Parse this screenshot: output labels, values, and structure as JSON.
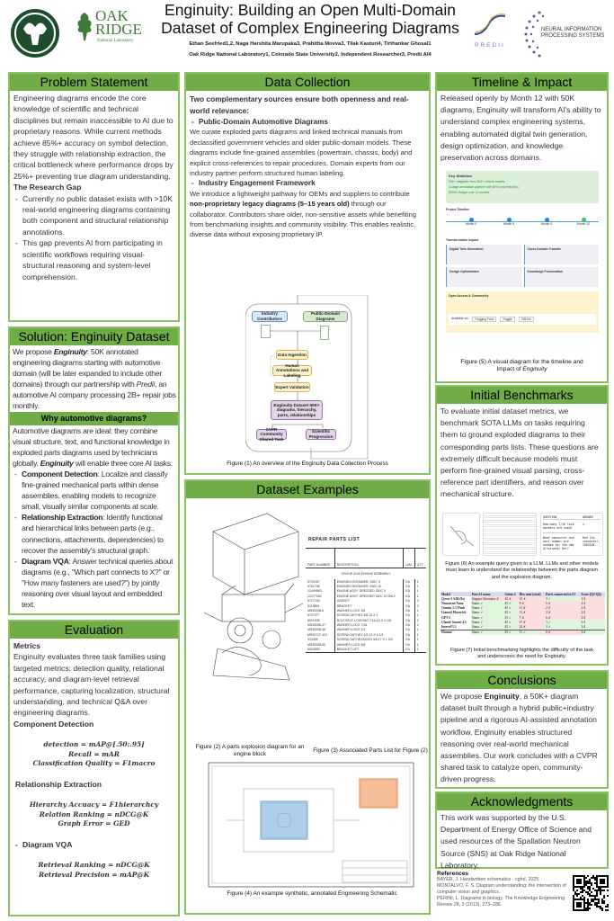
{
  "header": {
    "title_line1": "Enginuity: Building an Open Multi-Domain",
    "title_line2": "Dataset of Complex Engineering Diagrams",
    "authors": "Ethan Seefried1,2, Naga Harshita Marupaka3, Prahitha Movva3, Tilak Kasturi4, Tirthankar Ghosal1",
    "affiliations": "Oak Ridge National Laboratory1, Colorado State University2, Independent Researcher3, Predii AI4",
    "logos": {
      "ornl_1": "OAK",
      "ornl_2": "RIDGE",
      "ornl_3": "National Laboratory",
      "predii": "PREDII",
      "neurips_1": "NEURAL INFORMATION",
      "neurips_2": "PROCESSING SYSTEMS"
    }
  },
  "colors": {
    "accent": "#70ad47",
    "border": "#8cc063"
  },
  "problem": {
    "title": "Problem Statement",
    "text": "Engineering diagrams encode the core knowledge of scientific and technical disciplines but remain inaccessible to AI due to proprietary reasons. While current methods achieve 85%+ accuracy on symbol detection, they struggle with relationship extraction, the critical bottleneck where performance drops by 25%+ preventing true diagram understanding.",
    "gap_title": "The Research Gap",
    "gap": [
      "Currently no public dataset exists with >10K real-world engineering diagrams containing both component and structural relationship annotations.",
      "This gap prevents AI from participating in scientific workflows requiring visual-structural reasoning and system-level comprehension."
    ]
  },
  "solution": {
    "title": "Solution: Enginuity Dataset",
    "t1": "We propose ",
    "name": "Enginuity",
    "t2": ": 50K annotated engineering diagrams starting with automotive domain (will be later expanded to include other domains) through our partnership with ",
    "partner": "Predii",
    "t3": ", an automotive AI company processing 2B+ repair jobs monthly.",
    "why_title": "Why automotive diagrams?",
    "why1": "Automotive diagrams are ideal: they combine visual structure, text, and functional knowledge in exploded parts diagrams used by technicians globally. ",
    "why2": " will enable three core AI tasks:",
    "tasks": [
      {
        "name": "Component Detection",
        "text": ": Localize and classify fine-grained mechanical parts within dense assemblies, enabling models to recognize small, visually similar components at scale."
      },
      {
        "name": "Relationship Extraction",
        "text": ": Identify functional and hierarchical links between parts (e.g., connections, attachments, dependencies) to recover the assembly's structural graph."
      },
      {
        "name": "Diagram VQA",
        "text": ": Answer technical queries about diagrams (e.g., \"Which part connects to X?\" or \"How many fasteners are used?\") by jointly reasoning over visual layout and embedded text."
      }
    ]
  },
  "evaluation": {
    "title": "Evaluation",
    "metrics_title": "Metrics",
    "metrics_text": "Enginuity evaluates three task families using targeted metrics: detection quality, relational accuracy, and diagram-level retrieval performance, capturing localization, structural understanding, and technical Q&A over engineering diagrams.",
    "cd_title": "Component Detection",
    "cd_eqs": [
      "detection = mAP@[.50:.95]",
      "Recall = mAR",
      "Classification Quality = F1macro"
    ],
    "re_title": "Relationship Extraction",
    "re_eqs": [
      "Hierarchy Accuacy = F1hierarchcy",
      "Relation Ranking = nDCG@K",
      "Graph Error = GED"
    ],
    "vqa_title": "Diagram VQA",
    "vqa_eqs": [
      "Retrieval Ranking = nDCG@K",
      "Retrieval Precision = mAP@K"
    ]
  },
  "data_collection": {
    "title": "Data Collection",
    "intro": "Two complementary sources ensure both openness and real-world relevance:",
    "s1_title": "Public-Domain Automotive Diagrams",
    "s1_text": "We curate exploded parts diagrams and linked technical manuals from declassified government vehicles and older public-domain models. These diagrams include fine-grained assemblies (powertrain, chassis, body) and explicit cross-references to repair procedures. Domain experts from our industry partner perform structured human labeling.",
    "s2_title": "Industry Engagement Framework",
    "s2_a": "We introduce a lightweight pathway for OEMs and suppliers to contribute ",
    "s2_b": "non-proprietary legacy diagrams (5–15 years old)",
    "s2_c": " through our collaborator. Contributors share older, non-sensitive assets while benefiting from benchmarking insights and community visibility. This enables realistic, diverse data without exposing proprietary IP.",
    "flow": {
      "industry": "Industry Contributors",
      "public": "Public-Domain Diagrams",
      "ingestion": "Data Ingestion",
      "annot": "Human Annotations and Labeling",
      "expert": "Expert Validation",
      "dataset": "Enginuity Dataset 50K+ diagrams, hierarchy, parts, relationships",
      "cvpr": "CVPR Community Shared Task",
      "sci": "Scientific Progression"
    },
    "caption": "Figure (1) An overview of the Enginuity Data Collection Process"
  },
  "examples": {
    "title": "Dataset Examples",
    "cap2": "Figure (2) A parts explosion diagram for an engine block",
    "cap3": "Figure (3) Associated Parts List for Figure (2)",
    "cap4": "Figure (4) An example synthetic, annotated Engineering Schematic",
    "parts_title": "REPAIR PARTS LIST",
    "parts_head": [
      "PART NUMBER",
      "DESCRIPTION",
      "U/M",
      "QTY"
    ],
    "parts_group": "GROUP 0100 ENGINE ASSEMBLY",
    "parts_rows": [
      [
        "5702067",
        "ENGINE/CONTAINER: 330C II",
        "EA",
        "1"
      ],
      [
        "5761708",
        "ENGINE/CONTAINER: 330C III",
        "EA",
        "1"
      ],
      [
        "12409583",
        "ENGINE ASSY, DRESSED 330C II",
        "EA",
        "1"
      ],
      [
        "12477160",
        "ENGINE ASSY, DRESSED 330C III ONLY",
        "EA",
        "1"
      ],
      [
        "5717233",
        "GASKET",
        "EA",
        "2"
      ],
      [
        "5113854",
        "BRACKET",
        "EA",
        "2"
      ],
      [
        "MS35338-6",
        "WASHER,LOCK 3/8",
        "EA",
        "1"
      ],
      [
        "5707377",
        "SCREW,CAP,HEX 3/8-16 X 1",
        "EA",
        "1"
      ],
      [
        "6921935",
        "BOLT,SELF-LOCKING 7/16-14 X 1 1/8",
        "EA",
        "2"
      ],
      [
        "MS35338-47",
        "WASHER,LOCK 7/16",
        "EA",
        "2"
      ],
      [
        "MS35338-48",
        "WASHER,LOCK 1/2",
        "EA",
        "1"
      ],
      [
        "MS90727-424",
        "SCREW,CAP,HEX 1/2-13 X 4 1/4",
        "EA",
        "1"
      ],
      [
        "333459",
        "SCREW,CAP,HEXAGON 3/8-17 X 1 3/4",
        "EA",
        "1"
      ],
      [
        "MS35338-50",
        "WASHER,LOCK 5/8",
        "EA",
        "1"
      ],
      [
        "5920893",
        "BRACKET LIFT",
        "EA",
        "1"
      ]
    ]
  },
  "timeline": {
    "title": "Timeline & Impact",
    "text": "Released openly by Month 12 with 50K diagrams, Enginuity will transform AI's ability to understand complex engineering systems, enabling automated digital twin generation, design optimization, and knowledge preservation across domains.",
    "fig": {
      "stats_title": "Key Statistics",
      "stats": [
        "50K+ diagrams from 500+ vehicle models",
        "4-stage annotation pipeline with 60% cost reduction",
        "$200K budget over 12 months"
      ],
      "timeline_title": "Project Timeline",
      "milestones": [
        "Month 0",
        "Month 6",
        "Month 9",
        "Month 12"
      ],
      "impact_title": "Transformative Impact",
      "impacts": [
        "Digital Twin Generation",
        "Cross-Domain Transfer",
        "Design Optimization",
        "Knowledge Preservation"
      ],
      "open_title": "Open Access & Community",
      "available": "Available on:",
      "platforms": [
        "Hugging Face",
        "Kaggle",
        "GitHub"
      ]
    },
    "caption_a": "Figure (5) A visual diagram for the timeline and Impact of ",
    "caption_b": "Enginuity"
  },
  "benchmarks": {
    "title": "Initial Benchmarks",
    "text": "To evaluate initial dataset metrics, we benchmark SOTA LLMs on tasks requiring them to ground exploded diagrams to their corresponding parts lists. These questions are extremely difficult because models must perform fine-grained visual parsing, cross-reference part identifiers, and reason over mechanical structure.",
    "qa": {
      "q_head": "QUESTION",
      "a_head": "ANSWER",
      "q1": "How many 7/16 lock washers are used?",
      "a1": "4",
      "q2": "What connector and part number are needed for the 40v Alternator Rel?",
      "a2": "Red 3rd connector, 1983148"
    },
    "cap6": "Figure (6) An example query given to a LLM. LLMs and other models must learn to understand the relationship between the parts diagram and the explosion diagram.",
    "table_head": [
      "Model",
      "Part #3 name",
      "Stator #",
      "Hex nuts (total)",
      "Parts connected to #3",
      "Score (Q1-Q4)"
    ],
    "table_rows": [
      [
        "Qwen-3 A3B (8x)",
        "Stepper Alternator ✗",
        "45 ✗",
        "15 ✗",
        "3 ✓",
        "1/4"
      ],
      [
        "Nemotron Nano",
        "Stator ✓",
        "45 ✓",
        "9 ✗",
        "5 ✗",
        "2/4"
      ],
      [
        "Gemini 2.5 Flash",
        "Stator ✓",
        "45 ✓",
        "11 ✗",
        "2 ✗",
        "2/4"
      ],
      [
        "Llama4 Maverick",
        "Stator ✓",
        "45 ✓",
        "11 ✗",
        "3 ✗",
        "2/4"
      ],
      [
        "GPT-5",
        "Stator ✓",
        "45 ✓",
        "7 ✗",
        "6 ✗",
        "2/4"
      ],
      [
        "Claude Sonnet 4.5",
        "Stator ✓",
        "45 ✓",
        "17 ✗",
        "3 ✓",
        "3/4"
      ],
      [
        "InternVL3",
        "Stator ✓",
        "45 ✓",
        "24 ✗",
        "3 ✓",
        "3/4"
      ],
      [
        "Human",
        "Stator ✓",
        "45 ✓",
        "11 ✓",
        "0 ✗",
        "3/4"
      ]
    ],
    "cap7": "Figure (7) Initial benchmarking highlights the difficulty of the task and underscores the need for Enginuity."
  },
  "conclusions": {
    "title": "Conclusions",
    "a": "We propose ",
    "b": "Enginuity",
    "c": ", a 50K+ diagram dataset built through a hybrid public+industry pipeline and a rigorous AI-assisted annotation workflow. Enginuity enables structured reasoning over real-world mechanical assemblies. Our work concludes with a CVPR shared task to catalyze open, community-driven progress."
  },
  "ack": {
    "title": "Acknowledgments",
    "text": "This work was supported by the U.S. Department of Energy Office of Science and used resources of the Spallation Neutron Source (SNS) at Oak Ridge National Laboratory."
  },
  "references": {
    "title": "References",
    "items": [
      "BAYER, J. Handwritten schematics - cghd, 2025",
      "MONTALVO, F. S. Diagram understanding: the intersection of computer vision and graphics.",
      "PERINI, L. Diagrams in biology. The Knowledge Engineering Review 28, 3 (2013), 273–286."
    ]
  }
}
